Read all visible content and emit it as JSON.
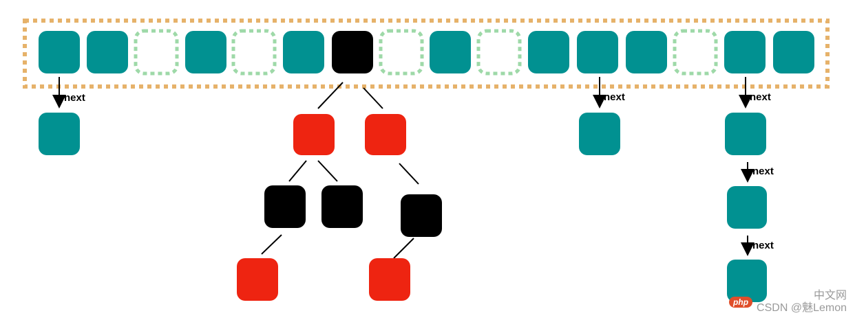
{
  "colors": {
    "node": "#019191",
    "empty_node_border": "#9ed9a8",
    "red_node": "#ee2411",
    "black_node": "#000000",
    "array_border": "#e6b26a",
    "line": "#000000"
  },
  "array": {
    "slots": [
      "node",
      "node",
      "empty",
      "node",
      "empty",
      "node",
      "tree-root",
      "empty",
      "node",
      "empty",
      "node",
      "node",
      "node",
      "empty",
      "node",
      "node"
    ]
  },
  "labels": {
    "next": "next"
  },
  "watermark": {
    "site_logo": "php",
    "site_cn": "中文网",
    "text": "CSDN @魅Lemon"
  }
}
